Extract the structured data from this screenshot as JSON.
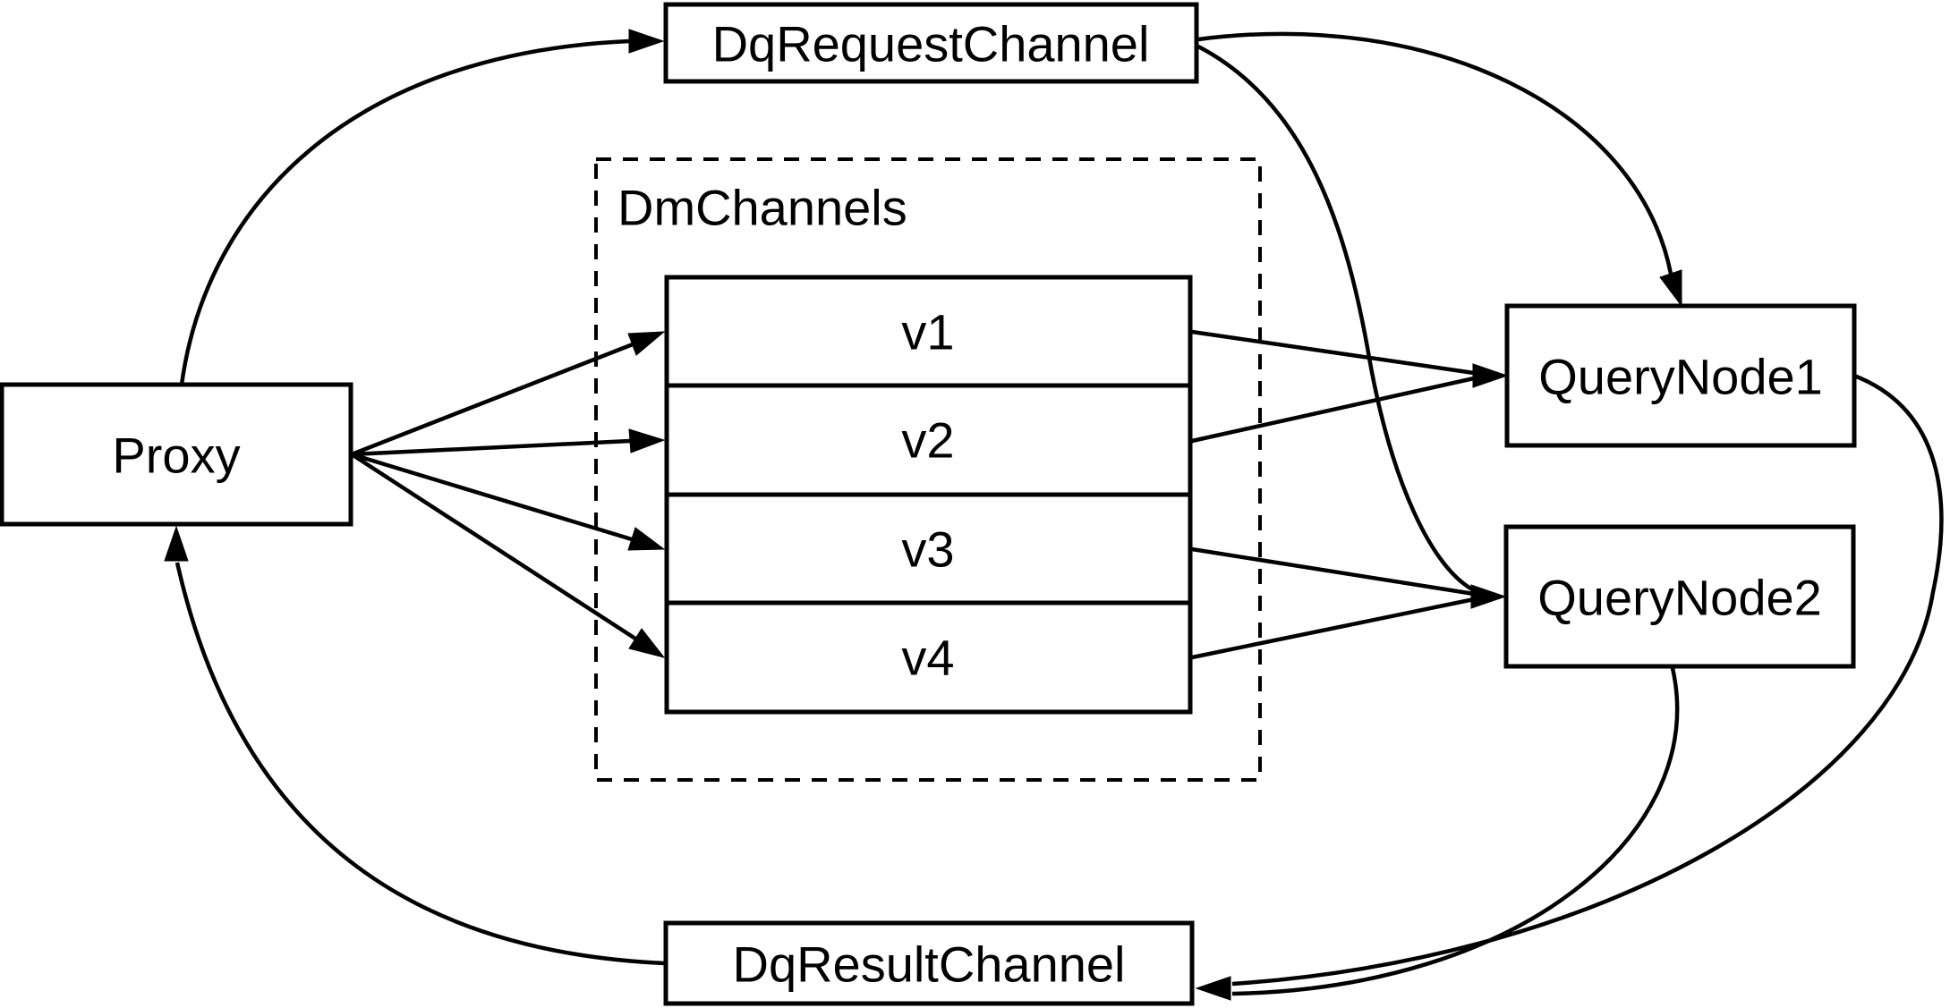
{
  "diagram": {
    "background_color": "#ffffff",
    "line_color": "#000000",
    "nodes": {
      "proxy": {
        "label": "Proxy"
      },
      "dq_request_channel": {
        "label": "DqRequestChannel"
      },
      "dm_channels": {
        "label": "DmChannels",
        "items": [
          "v1",
          "v2",
          "v3",
          "v4"
        ]
      },
      "query_node_1": {
        "label": "QueryNode1"
      },
      "query_node_2": {
        "label": "QueryNode2"
      },
      "dq_result_channel": {
        "label": "DqResultChannel"
      }
    },
    "edges": [
      {
        "from": "Proxy",
        "to": "DqRequestChannel"
      },
      {
        "from": "Proxy",
        "to": "v1"
      },
      {
        "from": "Proxy",
        "to": "v2"
      },
      {
        "from": "Proxy",
        "to": "v3"
      },
      {
        "from": "Proxy",
        "to": "v4"
      },
      {
        "from": "v1",
        "to": "QueryNode1"
      },
      {
        "from": "v2",
        "to": "QueryNode1"
      },
      {
        "from": "v3",
        "to": "QueryNode2"
      },
      {
        "from": "v4",
        "to": "QueryNode2"
      },
      {
        "from": "DqRequestChannel",
        "to": "QueryNode1"
      },
      {
        "from": "DqRequestChannel",
        "to": "QueryNode2"
      },
      {
        "from": "QueryNode1",
        "to": "DqResultChannel"
      },
      {
        "from": "QueryNode2",
        "to": "DqResultChannel"
      },
      {
        "from": "DqResultChannel",
        "to": "Proxy"
      }
    ]
  }
}
